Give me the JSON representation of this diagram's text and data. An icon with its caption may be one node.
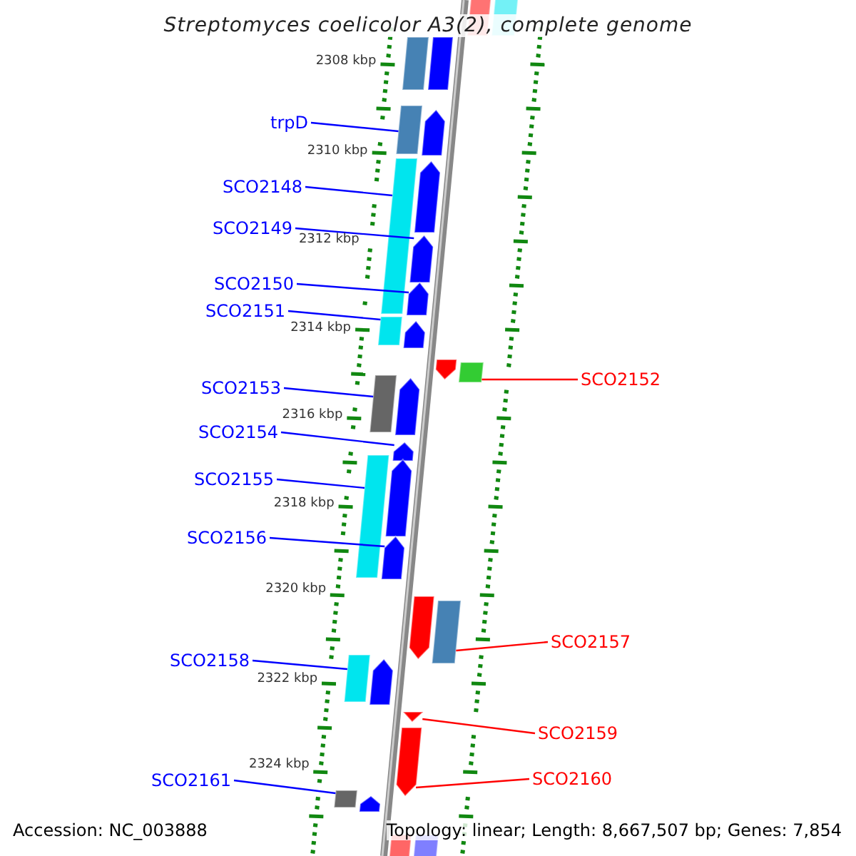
{
  "diagram": {
    "title": "Streptomyces coelicolor A3(2), complete genome",
    "nodes": [
      {
        "text": [],
        "shape": "bar"
      },
      {
        "text": [],
        "shape": "bar"
      },
      {
        "text": [],
        "shape": "bar"
      },
      {
        "text": [],
        "shape": "bar"
      },
      {
        "text": [
          "trpD"
        ]
      },
      {
        "text": [],
        "shape": "bar"
      },
      {
        "text": [],
        "shape": "arrow"
      },
      {
        "text": [
          "SCO2148"
        ]
      },
      {
        "text": [],
        "shape": "bar"
      },
      {
        "text": [],
        "shape": "arrow"
      },
      {
        "text": [
          "SCO2149"
        ]
      },
      {
        "text": [],
        "shape": "arrow"
      },
      {
        "text": [
          "SCO2150"
        ]
      },
      {
        "text": [],
        "shape": "arrow"
      },
      {
        "text": [
          "SCO2151"
        ]
      },
      {
        "text": [],
        "shape": "bar"
      },
      {
        "text": [],
        "shape": "arrow"
      },
      {
        "text": [],
        "shape": "arrow"
      },
      {
        "text": [],
        "shape": "bar"
      },
      {
        "text": [
          "SCO2152"
        ]
      },
      {
        "text": [
          "SCO2153"
        ]
      },
      {
        "text": [],
        "shape": "bar"
      },
      {
        "text": [],
        "shape": "arrow"
      },
      {
        "text": [
          "SCO2154"
        ]
      },
      {
        "text": [],
        "shape": "arrow"
      },
      {
        "text": [
          "SCO2155"
        ]
      },
      {
        "text": [],
        "shape": "bar"
      },
      {
        "text": [],
        "shape": "arrow"
      },
      {
        "text": [
          "SCO2156"
        ]
      },
      {
        "text": [],
        "shape": "arrow"
      },
      {
        "text": [],
        "shape": "arrow"
      },
      {
        "text": [],
        "shape": "bar"
      },
      {
        "text": [
          "SCO2157"
        ]
      },
      {
        "text": [
          "SCO2158"
        ]
      },
      {
        "text": [],
        "shape": "bar"
      },
      {
        "text": [],
        "shape": "arrow"
      },
      {
        "text": [],
        "shape": "triangle"
      },
      {
        "text": [
          "SCO2159"
        ]
      },
      {
        "text": [],
        "shape": "arrow"
      },
      {
        "text": [
          "SCO2160"
        ]
      },
      {
        "text": [
          "SCO2161"
        ]
      },
      {
        "text": [],
        "shape": "bar"
      },
      {
        "text": [],
        "shape": "arrow"
      },
      {
        "text": [],
        "shape": "bar"
      },
      {
        "text": [],
        "shape": "bar"
      }
    ],
    "edges": [
      {
        "from": 4,
        "to": 5,
        "arrow": "none"
      },
      {
        "from": 7,
        "to": 8,
        "arrow": "none"
      },
      {
        "from": 10,
        "to": 11,
        "arrow": "none"
      },
      {
        "from": 12,
        "to": 13,
        "arrow": "none"
      },
      {
        "from": 14,
        "to": 15,
        "arrow": "none"
      },
      {
        "from": 19,
        "to": 18,
        "arrow": "none",
        "color": "#ff0000"
      },
      {
        "from": 20,
        "to": 21,
        "arrow": "none"
      },
      {
        "from": 23,
        "to": 24,
        "arrow": "none"
      },
      {
        "from": 25,
        "to": 26,
        "arrow": "none"
      },
      {
        "from": 28,
        "to": 29,
        "arrow": "none"
      },
      {
        "from": 32,
        "to": 31,
        "arrow": "none",
        "color": "#ff0000"
      },
      {
        "from": 33,
        "to": 34,
        "arrow": "none"
      },
      {
        "from": 37,
        "to": 36,
        "arrow": "none",
        "color": "#ff0000"
      },
      {
        "from": 39,
        "to": 38,
        "arrow": "none",
        "color": "#ff0000"
      },
      {
        "from": 40,
        "to": 41,
        "arrow": "none"
      }
    ],
    "labels": [
      "2308 kbp",
      "2310 kbp",
      "2312 kbp",
      "2314 kbp",
      "2316 kbp",
      "2318 kbp",
      "2320 kbp",
      "2322 kbp",
      "2324 kbp",
      "Accession: NC_003888",
      "Topology: linear; Length: 8,667,507 bp; Genes: 7,854"
    ]
  }
}
